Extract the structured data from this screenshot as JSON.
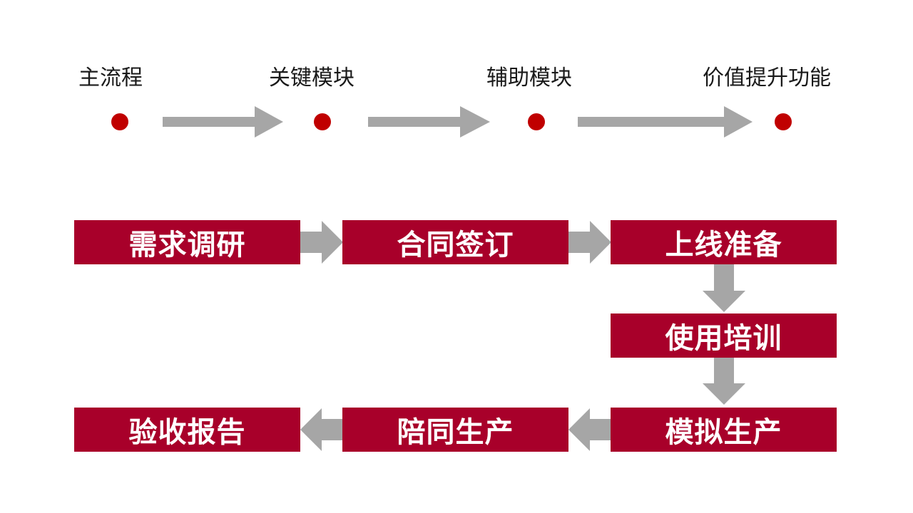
{
  "timeline": {
    "stages": [
      "主流程",
      "关键模块",
      "辅助模块",
      "价值提升功能"
    ]
  },
  "process": {
    "steps": [
      "需求调研",
      "合同签订",
      "上线准备",
      "使用培训",
      "模拟生产",
      "陪同生产",
      "验收报告"
    ]
  },
  "colors": {
    "dot": "#c00000",
    "box": "#a8002a",
    "arrow": "#a6a6a6",
    "box_text": "#ffffff"
  }
}
